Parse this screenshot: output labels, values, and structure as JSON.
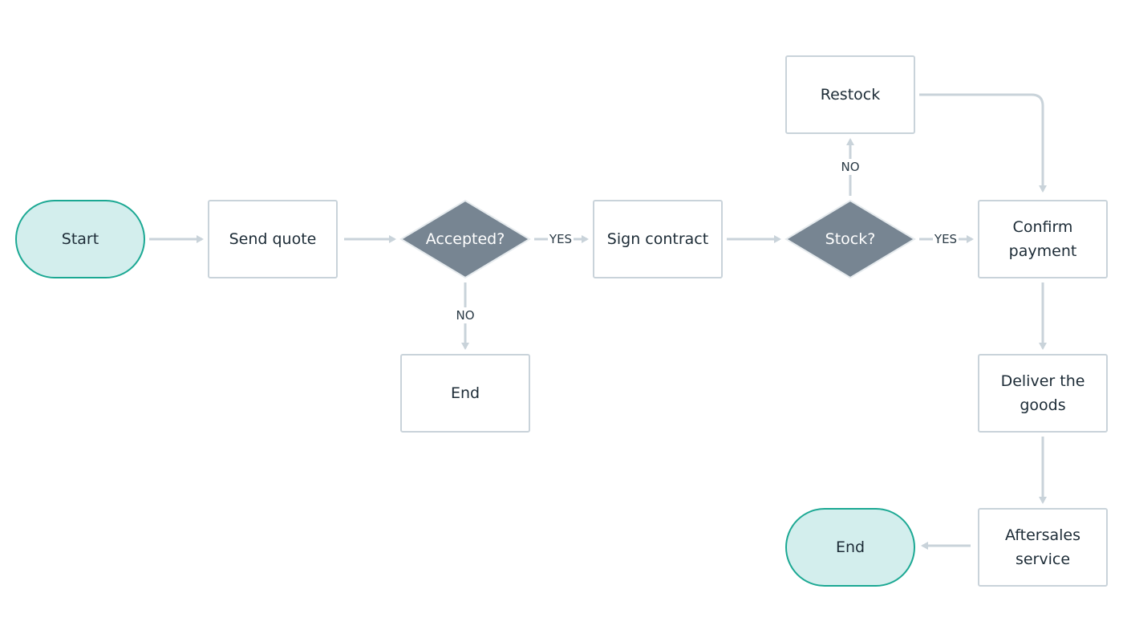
{
  "diagram": {
    "nodes": {
      "start": {
        "label": "Start"
      },
      "send_quote": {
        "label": "Send quote"
      },
      "accepted": {
        "label": "Accepted?"
      },
      "end_rejected": {
        "label": "End"
      },
      "sign_contract": {
        "label": "Sign contract"
      },
      "stock": {
        "label": "Stock?"
      },
      "restock": {
        "label": "Restock"
      },
      "confirm_payment": {
        "label_lines": [
          "Confirm",
          "payment"
        ]
      },
      "deliver_goods": {
        "label_lines": [
          "Deliver the",
          "goods"
        ]
      },
      "aftersales": {
        "label_lines": [
          "Aftersales",
          "service"
        ]
      },
      "end_final": {
        "label": "End"
      }
    },
    "edges": {
      "accepted_yes": {
        "label": "YES"
      },
      "accepted_no": {
        "label": "NO"
      },
      "stock_yes": {
        "label": "YES"
      },
      "stock_no": {
        "label": "NO"
      }
    }
  },
  "colors": {
    "terminal_fill": "#d3eeed",
    "terminal_stroke": "#1ba893",
    "decision_fill": "#778592",
    "box_stroke": "#c9d3da",
    "edge": "#c9d3da",
    "text": "#1c2b36"
  }
}
